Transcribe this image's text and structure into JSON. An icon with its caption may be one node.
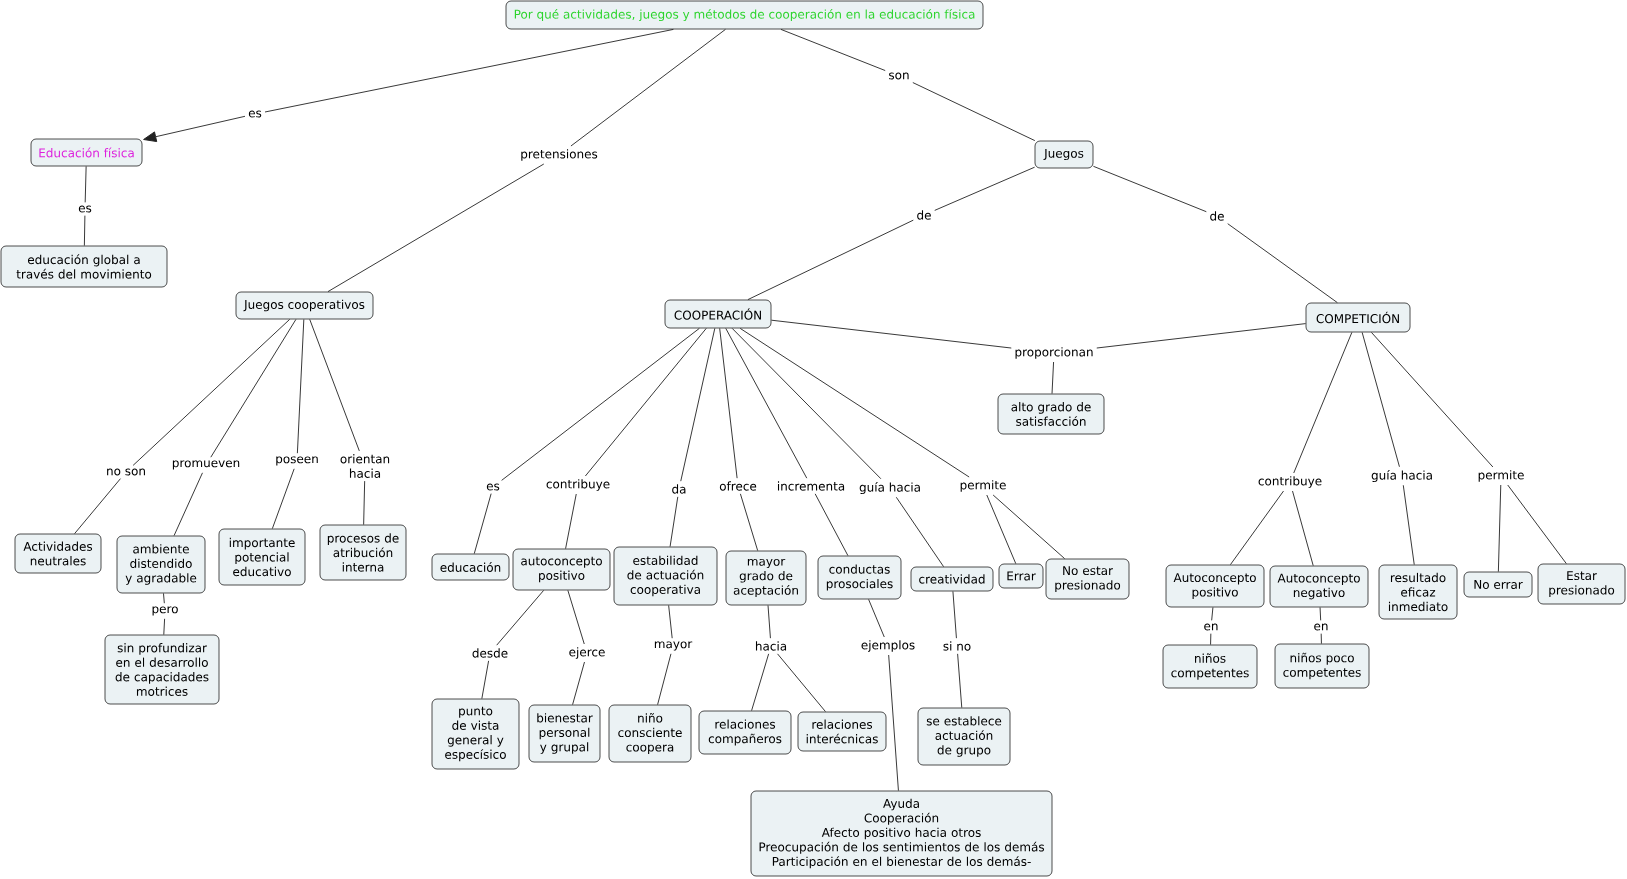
{
  "diagram": {
    "nodes": [
      {
        "text": [
          "Por qué actividades, juegos y métodos de cooperación en la educación física"
        ]
      },
      {
        "text": [
          "es"
        ]
      },
      {
        "text": [
          "pretensiones"
        ]
      },
      {
        "text": [
          "son"
        ]
      },
      {
        "text": [
          "Educación física"
        ]
      },
      {
        "text": [
          "Juegos"
        ]
      },
      {
        "text": [
          "es"
        ]
      },
      {
        "text": [
          "de"
        ]
      },
      {
        "text": [
          "de"
        ]
      },
      {
        "text": [
          "educación global a través del movimiento"
        ]
      },
      {
        "text": [
          "Juegos cooperativos"
        ]
      },
      {
        "text": [
          "COOPERACIÓN"
        ]
      },
      {
        "text": [
          "COMPETICIÓN"
        ]
      },
      {
        "text": [
          "proporcionan"
        ]
      },
      {
        "text": [
          "alto grado de satisfacción"
        ]
      },
      {
        "text": [
          "no son"
        ]
      },
      {
        "text": [
          "promueven"
        ]
      },
      {
        "text": [
          "poseen"
        ]
      },
      {
        "text": [
          "orientan hacia"
        ]
      },
      {
        "text": [
          "es"
        ]
      },
      {
        "text": [
          "contribuye"
        ]
      },
      {
        "text": [
          "da"
        ]
      },
      {
        "text": [
          "ofrece"
        ]
      },
      {
        "text": [
          "incrementa"
        ]
      },
      {
        "text": [
          "guía hacia"
        ]
      },
      {
        "text": [
          "permite"
        ]
      },
      {
        "text": [
          "contribuye"
        ]
      },
      {
        "text": [
          "guía hacia"
        ]
      },
      {
        "text": [
          "permite"
        ]
      },
      {
        "text": [
          "Actividades neutrales"
        ]
      },
      {
        "text": [
          "ambiente distendido y agradable"
        ]
      },
      {
        "text": [
          "importante potencial educativo"
        ]
      },
      {
        "text": [
          "procesos de atribución interna"
        ]
      },
      {
        "text": [
          "educación"
        ]
      },
      {
        "text": [
          "autoconcepto positivo"
        ]
      },
      {
        "text": [
          "estabilidad de actuación cooperativa"
        ]
      },
      {
        "text": [
          "mayor grado de aceptación"
        ]
      },
      {
        "text": [
          "conductas prosociales"
        ]
      },
      {
        "text": [
          "creatividad"
        ]
      },
      {
        "text": [
          "Errar"
        ]
      },
      {
        "text": [
          "No estar presionado"
        ]
      },
      {
        "text": [
          "Autoconcepto positivo"
        ]
      },
      {
        "text": [
          "Autoconcepto negativo"
        ]
      },
      {
        "text": [
          "resultado eficaz inmediato"
        ]
      },
      {
        "text": [
          "No errar"
        ]
      },
      {
        "text": [
          "Estar presionado"
        ]
      },
      {
        "text": [
          "pero"
        ]
      },
      {
        "text": [
          "en"
        ]
      },
      {
        "text": [
          "en"
        ]
      },
      {
        "text": [
          "desde"
        ]
      },
      {
        "text": [
          "ejerce"
        ]
      },
      {
        "text": [
          "mayor"
        ]
      },
      {
        "text": [
          "hacia"
        ]
      },
      {
        "text": [
          "ejemplos"
        ]
      },
      {
        "text": [
          "si no"
        ]
      },
      {
        "text": [
          "sin profundizar en el desarrollo de capacidades motrices"
        ]
      },
      {
        "text": [
          "niños competentes"
        ]
      },
      {
        "text": [
          "niños poco competentes"
        ]
      },
      {
        "text": [
          "punto de vista general y especísico"
        ]
      },
      {
        "text": [
          "bienestar personal y grupal"
        ]
      },
      {
        "text": [
          "niño consciente coopera"
        ]
      },
      {
        "text": [
          "relaciones compañeros"
        ]
      },
      {
        "text": [
          "relaciones interécnicas"
        ]
      },
      {
        "text": [
          "se establece actuación de grupo"
        ]
      },
      {
        "text": [
          "Ayuda",
          "Cooperación",
          "Afecto positivo hacia otros",
          "Preocupación de los sentimientos de los demás",
          "Participación en el bienestar de los demás-"
        ]
      }
    ],
    "edges": [
      {
        "from": 0,
        "to": 1,
        "arrow": "none"
      },
      {
        "from": 1,
        "to": 4,
        "arrow": "to"
      },
      {
        "from": 0,
        "to": 2,
        "arrow": "none"
      },
      {
        "from": 2,
        "to": 10,
        "arrow": "none"
      },
      {
        "from": 0,
        "to": 3,
        "arrow": "none"
      },
      {
        "from": 3,
        "to": 5,
        "arrow": "none"
      },
      {
        "from": 4,
        "to": 6,
        "arrow": "none"
      },
      {
        "from": 6,
        "to": 9,
        "arrow": "none"
      },
      {
        "from": 5,
        "to": 7,
        "arrow": "none"
      },
      {
        "from": 7,
        "to": 11,
        "arrow": "none"
      },
      {
        "from": 5,
        "to": 8,
        "arrow": "none"
      },
      {
        "from": 8,
        "to": 12,
        "arrow": "none"
      },
      {
        "from": 11,
        "to": 13,
        "arrow": "none"
      },
      {
        "from": 12,
        "to": 13,
        "arrow": "none"
      },
      {
        "from": 13,
        "to": 14,
        "arrow": "none"
      },
      {
        "from": 10,
        "to": 15,
        "arrow": "none"
      },
      {
        "from": 10,
        "to": 16,
        "arrow": "none"
      },
      {
        "from": 10,
        "to": 17,
        "arrow": "none"
      },
      {
        "from": 10,
        "to": 18,
        "arrow": "none"
      },
      {
        "from": 15,
        "to": 29,
        "arrow": "none"
      },
      {
        "from": 16,
        "to": 30,
        "arrow": "none"
      },
      {
        "from": 17,
        "to": 31,
        "arrow": "none"
      },
      {
        "from": 18,
        "to": 32,
        "arrow": "none"
      },
      {
        "from": 30,
        "to": 46,
        "arrow": "none"
      },
      {
        "from": 46,
        "to": 55,
        "arrow": "none"
      },
      {
        "from": 11,
        "to": 19,
        "arrow": "none"
      },
      {
        "from": 11,
        "to": 20,
        "arrow": "none"
      },
      {
        "from": 11,
        "to": 21,
        "arrow": "none"
      },
      {
        "from": 11,
        "to": 22,
        "arrow": "none"
      },
      {
        "from": 11,
        "to": 23,
        "arrow": "none"
      },
      {
        "from": 11,
        "to": 24,
        "arrow": "none"
      },
      {
        "from": 11,
        "to": 25,
        "arrow": "none"
      },
      {
        "from": 19,
        "to": 33,
        "arrow": "none"
      },
      {
        "from": 20,
        "to": 34,
        "arrow": "none"
      },
      {
        "from": 21,
        "to": 35,
        "arrow": "none"
      },
      {
        "from": 22,
        "to": 36,
        "arrow": "none"
      },
      {
        "from": 23,
        "to": 37,
        "arrow": "none"
      },
      {
        "from": 24,
        "to": 38,
        "arrow": "none"
      },
      {
        "from": 25,
        "to": 39,
        "arrow": "none"
      },
      {
        "from": 25,
        "to": 40,
        "arrow": "none"
      },
      {
        "from": 34,
        "to": 49,
        "arrow": "none"
      },
      {
        "from": 34,
        "to": 50,
        "arrow": "none"
      },
      {
        "from": 49,
        "to": 58,
        "arrow": "none"
      },
      {
        "from": 50,
        "to": 59,
        "arrow": "none"
      },
      {
        "from": 35,
        "to": 51,
        "arrow": "none"
      },
      {
        "from": 51,
        "to": 60,
        "arrow": "none"
      },
      {
        "from": 36,
        "to": 52,
        "arrow": "none"
      },
      {
        "from": 52,
        "to": 61,
        "arrow": "none"
      },
      {
        "from": 52,
        "to": 62,
        "arrow": "none"
      },
      {
        "from": 37,
        "to": 53,
        "arrow": "none"
      },
      {
        "from": 53,
        "to": 64,
        "arrow": "none"
      },
      {
        "from": 38,
        "to": 54,
        "arrow": "none"
      },
      {
        "from": 54,
        "to": 63,
        "arrow": "none"
      },
      {
        "from": 12,
        "to": 26,
        "arrow": "none"
      },
      {
        "from": 12,
        "to": 27,
        "arrow": "none"
      },
      {
        "from": 12,
        "to": 28,
        "arrow": "none"
      },
      {
        "from": 26,
        "to": 41,
        "arrow": "none"
      },
      {
        "from": 26,
        "to": 42,
        "arrow": "none"
      },
      {
        "from": 27,
        "to": 43,
        "arrow": "none"
      },
      {
        "from": 28,
        "to": 44,
        "arrow": "none"
      },
      {
        "from": 28,
        "to": 45,
        "arrow": "none"
      },
      {
        "from": 41,
        "to": 47,
        "arrow": "none"
      },
      {
        "from": 47,
        "to": 56,
        "arrow": "none"
      },
      {
        "from": 42,
        "to": 48,
        "arrow": "none"
      },
      {
        "from": 48,
        "to": 57,
        "arrow": "none"
      }
    ]
  }
}
